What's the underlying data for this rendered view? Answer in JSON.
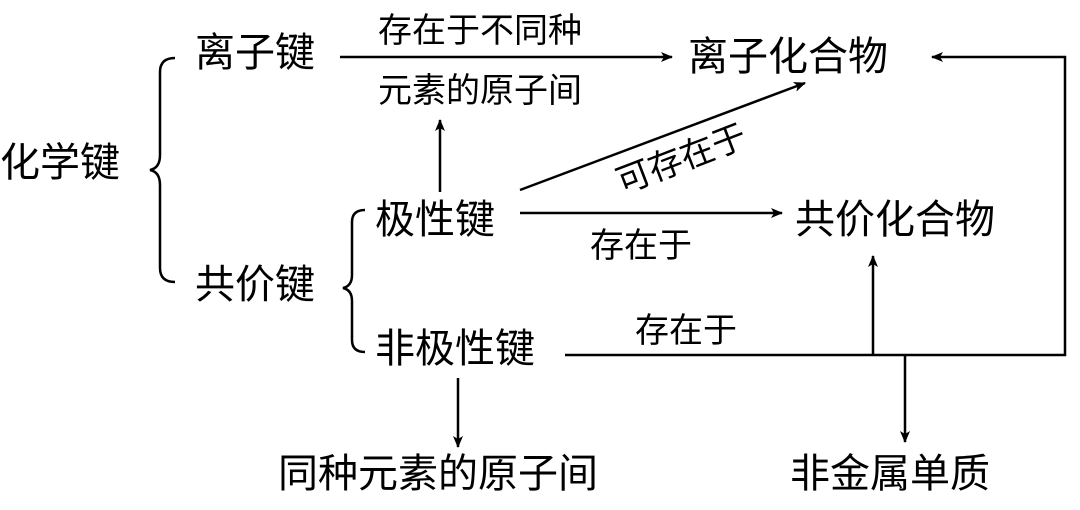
{
  "nodes": {
    "chemical_bond": "化学键",
    "ionic_bond": "离子键",
    "covalent_bond": "共价键",
    "polar_bond": "极性键",
    "nonpolar_bond": "非极性键",
    "ionic_compound": "离子化合物",
    "covalent_compound": "共价化合物",
    "same_element_atoms": "同种元素的原子间",
    "nonmetal_element": "非金属单质"
  },
  "labels": {
    "ionic_line1": "存在于不同种",
    "ionic_line2": "元素的原子间",
    "may_exist_in": "可存在于",
    "polar_exists_in": "存在于",
    "nonpolar_exists_in": "存在于"
  }
}
